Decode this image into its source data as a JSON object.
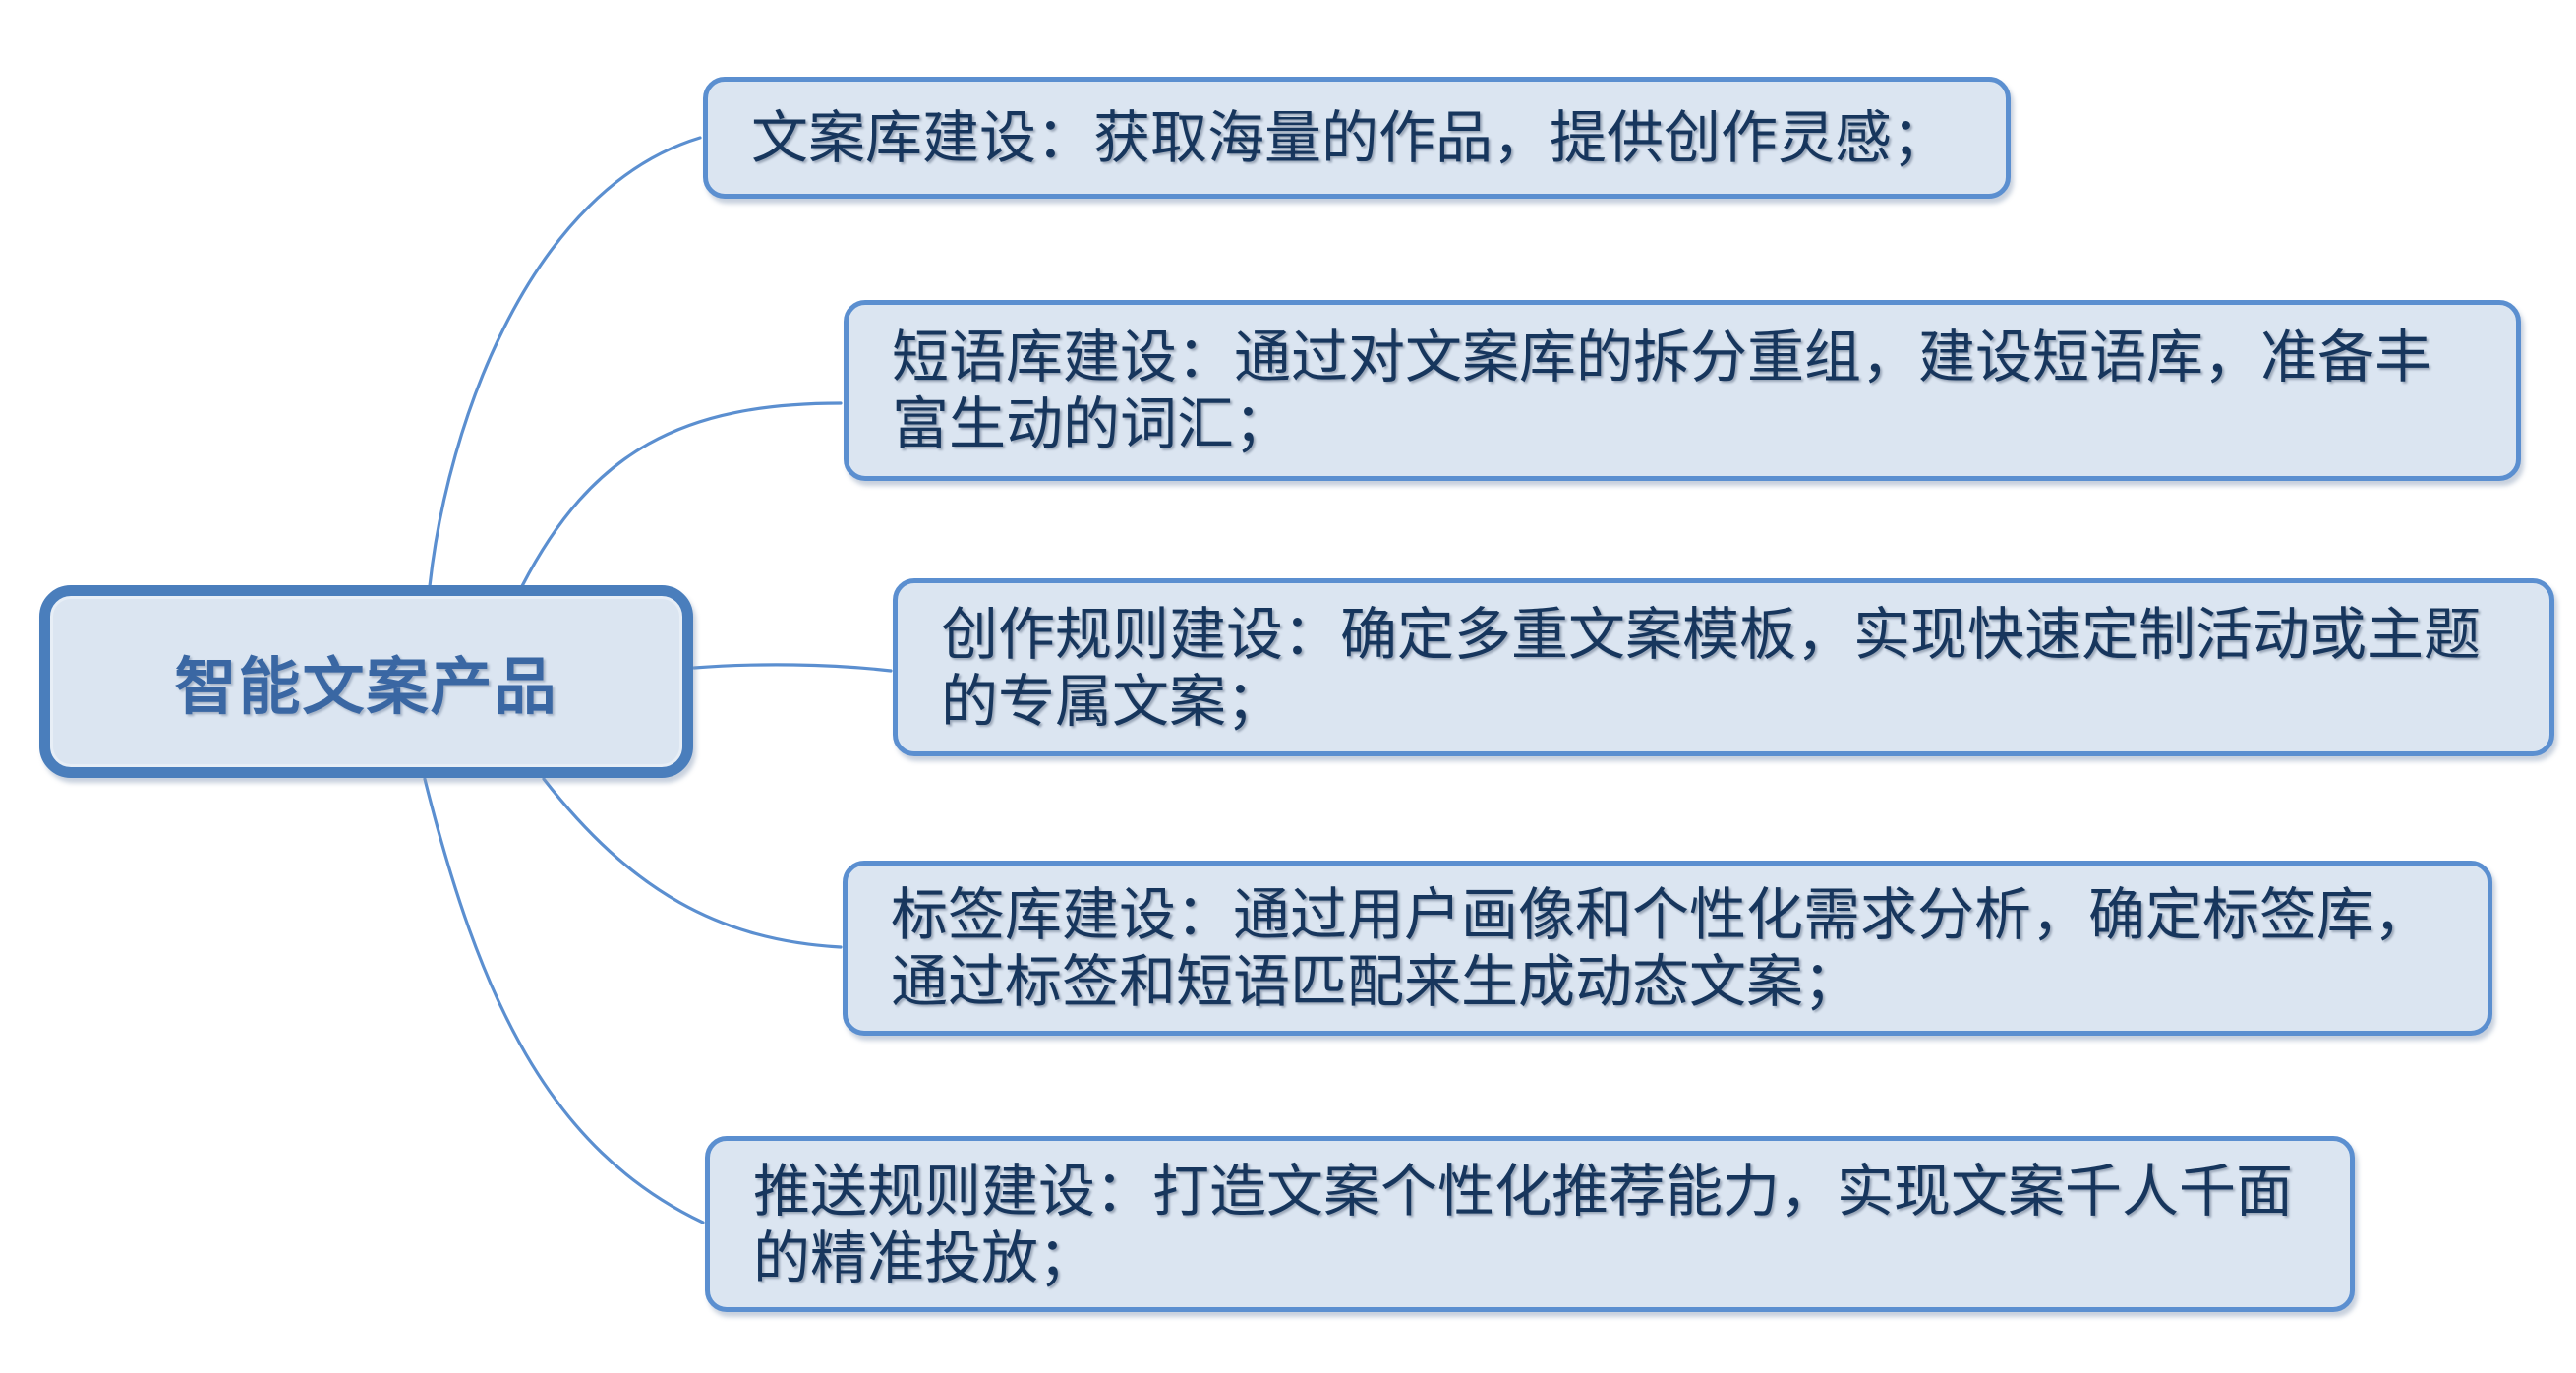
{
  "mindmap": {
    "root": {
      "label": "智能文案产品"
    },
    "branches": [
      {
        "text": "文案库建设：获取海量的作品，提供创作灵感；"
      },
      {
        "text": "短语库建设：通过对文案库的拆分重组，建设短语库，准备丰富生动的词汇；"
      },
      {
        "text": "创作规则建设：确定多重文案模板，实现快速定制活动或主题的专属文案；"
      },
      {
        "text": "标签库建设：通过用户画像和个性化需求分析，确定标签库，通过标签和短语匹配来生成动态文案；"
      },
      {
        "text": "推送规则建设：打造文案个性化推荐能力，实现文案千人千面的精准投放；"
      }
    ],
    "colors": {
      "node_fill": "#dbe5f1",
      "root_border": "#4a7ebc",
      "branch_border": "#5b8fd0",
      "connector": "#5b8fd0",
      "root_text": "#3a67a3",
      "branch_text": "#17365d"
    }
  }
}
